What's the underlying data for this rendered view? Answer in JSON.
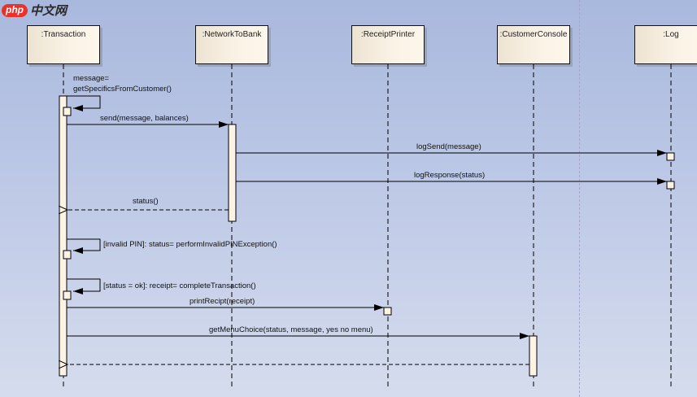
{
  "watermark": {
    "logo": "php",
    "text": "中文网"
  },
  "lifelines": [
    {
      "id": "transaction",
      "name": ":Transaction"
    },
    {
      "id": "network",
      "name": ":NetworkToBank"
    },
    {
      "id": "printer",
      "name": ":ReceiptPrinter"
    },
    {
      "id": "console",
      "name": ":CustomerConsole"
    },
    {
      "id": "log",
      "name": ":Log"
    }
  ],
  "messages": [
    {
      "id": "m1",
      "type": "self",
      "from": "transaction",
      "to": "transaction",
      "label_lines": [
        "message=",
        "getSpecificsFromCustomer()"
      ]
    },
    {
      "id": "m2",
      "type": "sync",
      "from": "transaction",
      "to": "network",
      "label": "send(message, balances)"
    },
    {
      "id": "m3",
      "type": "sync",
      "from": "network",
      "to": "log",
      "label": "logSend(message)"
    },
    {
      "id": "m4",
      "type": "sync",
      "from": "network",
      "to": "log",
      "label": "logResponse(status)"
    },
    {
      "id": "m5",
      "type": "return",
      "from": "network",
      "to": "transaction",
      "label": "status()"
    },
    {
      "id": "m6",
      "type": "self",
      "from": "transaction",
      "to": "transaction",
      "label": "[invalid PIN]: status= performInvalidPINException()"
    },
    {
      "id": "m7",
      "type": "self",
      "from": "transaction",
      "to": "transaction",
      "label": "[status = ok]: receipt= completeTransaction()"
    },
    {
      "id": "m8",
      "type": "sync",
      "from": "transaction",
      "to": "printer",
      "label": "printRecipt(receipt)"
    },
    {
      "id": "m9",
      "type": "sync",
      "from": "transaction",
      "to": "console",
      "label": "getMenuChoice(status, message, yes no menu)"
    },
    {
      "id": "m10",
      "type": "return",
      "from": "console",
      "to": "transaction",
      "label": ""
    }
  ],
  "colors": {
    "line": "#000000",
    "activation": "#fcf3e4"
  }
}
